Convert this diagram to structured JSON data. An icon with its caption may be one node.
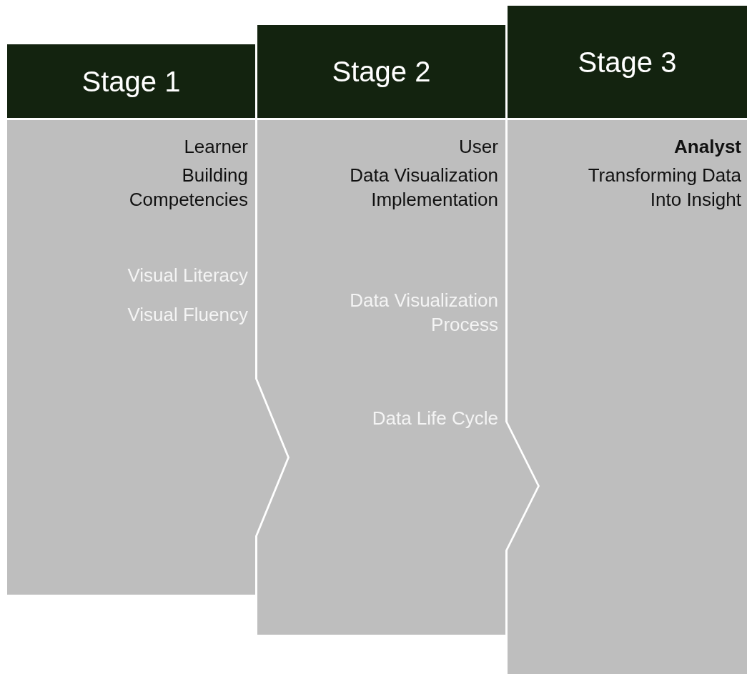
{
  "diagram": {
    "nodes": [
      {
        "text": [
          "Stage 1"
        ]
      },
      {
        "text": [
          "Learner",
          "Building Competencies",
          "Visual Literacy",
          "Visual Fluency"
        ]
      },
      {
        "text": [
          "Stage 2"
        ]
      },
      {
        "text": [
          "User",
          "Data Visualization Implementation",
          "Data Visualization Process",
          "Data Life Cycle"
        ]
      },
      {
        "text": [
          "Stage 3"
        ]
      },
      {
        "text": [
          "Analyst",
          "Transforming Data Into Insight"
        ]
      }
    ]
  }
}
